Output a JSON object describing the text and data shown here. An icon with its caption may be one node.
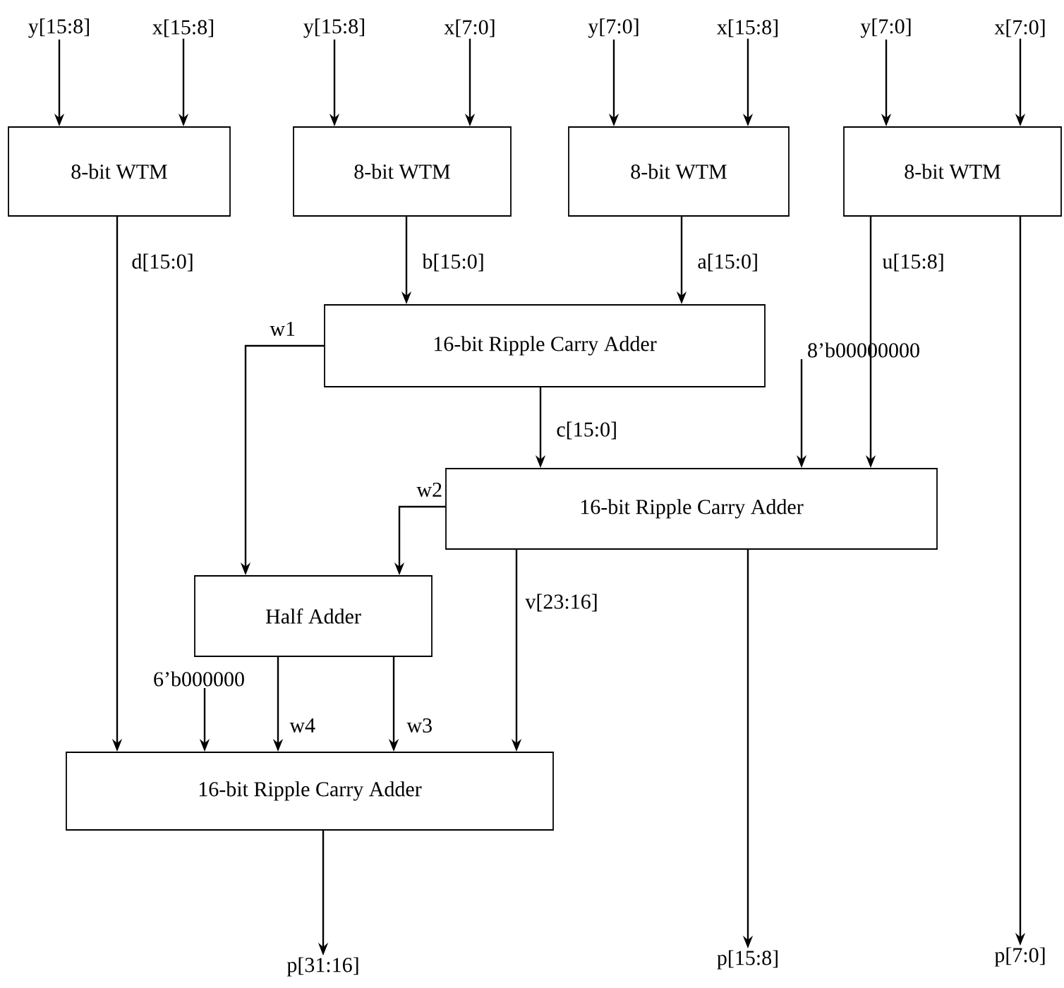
{
  "diagram": {
    "nodes": [
      {
        "text": [
          "y[15:8]"
        ]
      },
      {
        "text": [
          "x[15:8]"
        ]
      },
      {
        "text": [
          "y[15:8]"
        ]
      },
      {
        "text": [
          "x[7:0]"
        ]
      },
      {
        "text": [
          "y[7:0]"
        ]
      },
      {
        "text": [
          "x[15:8]"
        ]
      },
      {
        "text": [
          "y[7:0]"
        ]
      },
      {
        "text": [
          "x[7:0]"
        ]
      },
      {
        "text": [
          "8-bit WTM"
        ]
      },
      {
        "text": [
          "8-bit WTM"
        ]
      },
      {
        "text": [
          "8-bit WTM"
        ]
      },
      {
        "text": [
          "8-bit WTM"
        ]
      },
      {
        "text": [
          "16-bit Ripple Carry Adder"
        ]
      },
      {
        "text": [
          "8’b00000000"
        ]
      },
      {
        "text": [
          "16-bit Ripple Carry Adder"
        ]
      },
      {
        "text": [
          "Half Adder"
        ]
      },
      {
        "text": [
          "6’b000000"
        ]
      },
      {
        "text": [
          "16-bit Ripple Carry Adder"
        ]
      },
      {
        "text": [
          "p[31:16]"
        ]
      },
      {
        "text": [
          "p[15:8]"
        ]
      },
      {
        "text": [
          "p[7:0]"
        ]
      }
    ],
    "edges": [
      {
        "from": 0,
        "to": 8,
        "arrow": "to"
      },
      {
        "from": 1,
        "to": 8,
        "arrow": "to"
      },
      {
        "from": 2,
        "to": 9,
        "arrow": "to"
      },
      {
        "from": 3,
        "to": 9,
        "arrow": "to"
      },
      {
        "from": 4,
        "to": 10,
        "arrow": "to"
      },
      {
        "from": 5,
        "to": 10,
        "arrow": "to"
      },
      {
        "from": 6,
        "to": 11,
        "arrow": "to"
      },
      {
        "from": 7,
        "to": 11,
        "arrow": "to"
      },
      {
        "from": 8,
        "to": 17,
        "arrow": "to",
        "label": "d[15:0]"
      },
      {
        "from": 9,
        "to": 12,
        "arrow": "to",
        "label": "b[15:0]"
      },
      {
        "from": 10,
        "to": 12,
        "arrow": "to",
        "label": "a[15:0]"
      },
      {
        "from": 11,
        "to": 14,
        "arrow": "to",
        "label": "u[15:8]"
      },
      {
        "from": 11,
        "to": 20,
        "arrow": "to"
      },
      {
        "from": 12,
        "to": 15,
        "arrow": "to",
        "label": "w1"
      },
      {
        "from": 12,
        "to": 14,
        "arrow": "to",
        "label": "c[15:0]"
      },
      {
        "from": 13,
        "to": 14,
        "arrow": "to"
      },
      {
        "from": 14,
        "to": 15,
        "arrow": "to",
        "label": "w2"
      },
      {
        "from": 14,
        "to": 17,
        "arrow": "to",
        "label": "v[23:16]"
      },
      {
        "from": 14,
        "to": 19,
        "arrow": "to"
      },
      {
        "from": 16,
        "to": 17,
        "arrow": "to"
      },
      {
        "from": 15,
        "to": 17,
        "arrow": "to",
        "label": "w4"
      },
      {
        "from": 15,
        "to": 17,
        "arrow": "to",
        "label": "w3"
      },
      {
        "from": 17,
        "to": 18,
        "arrow": "to"
      }
    ]
  }
}
